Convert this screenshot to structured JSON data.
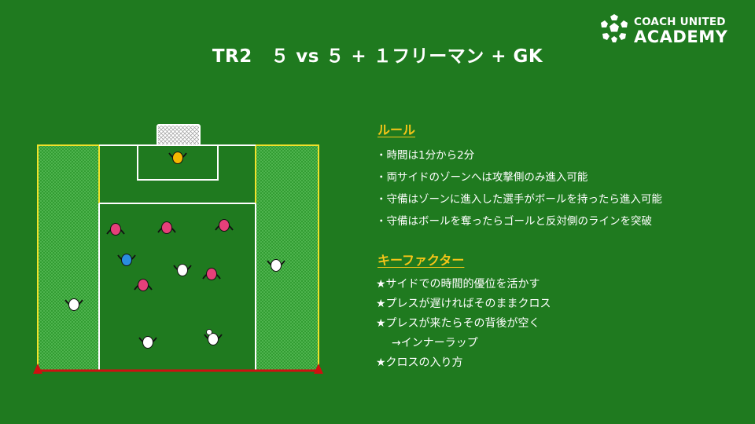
{
  "title": "TR2　５ vs ５ + １フリーマン + GK",
  "logo": {
    "line1": "COACH UNITED",
    "line2": "ACADEMY"
  },
  "colors": {
    "background": "#1f7a1f",
    "field_lines": "#ffffff",
    "side_zone_border": "#f0e22a",
    "heading": "#f5c518",
    "attacker": "#ffffff",
    "defender": "#e6407a",
    "freeman": "#2a8de0",
    "goalkeeper": "#f5b800",
    "cone": "#d01010"
  },
  "rules": {
    "heading": "ルール",
    "items": [
      "・時間は1分から2分",
      "・両サイドのゾーンへは攻撃側のみ進入可能",
      "・守備はゾーンに進入した選手がボールを持ったら進入可能",
      "・守備はボールを奪ったらゴールと反対側のラインを突破"
    ]
  },
  "key_factors": {
    "heading": "キーファクター",
    "items": [
      "★サイドでの時間的優位を活かす",
      "★プレスが遅ければそのままクロス",
      "★プレスが来たらその背後が空く",
      "→インナーラップ",
      "★クロスの入り方"
    ]
  },
  "players": {
    "defenders": 5,
    "attackers": 5,
    "freeman": 1,
    "goalkeeper": 1
  }
}
